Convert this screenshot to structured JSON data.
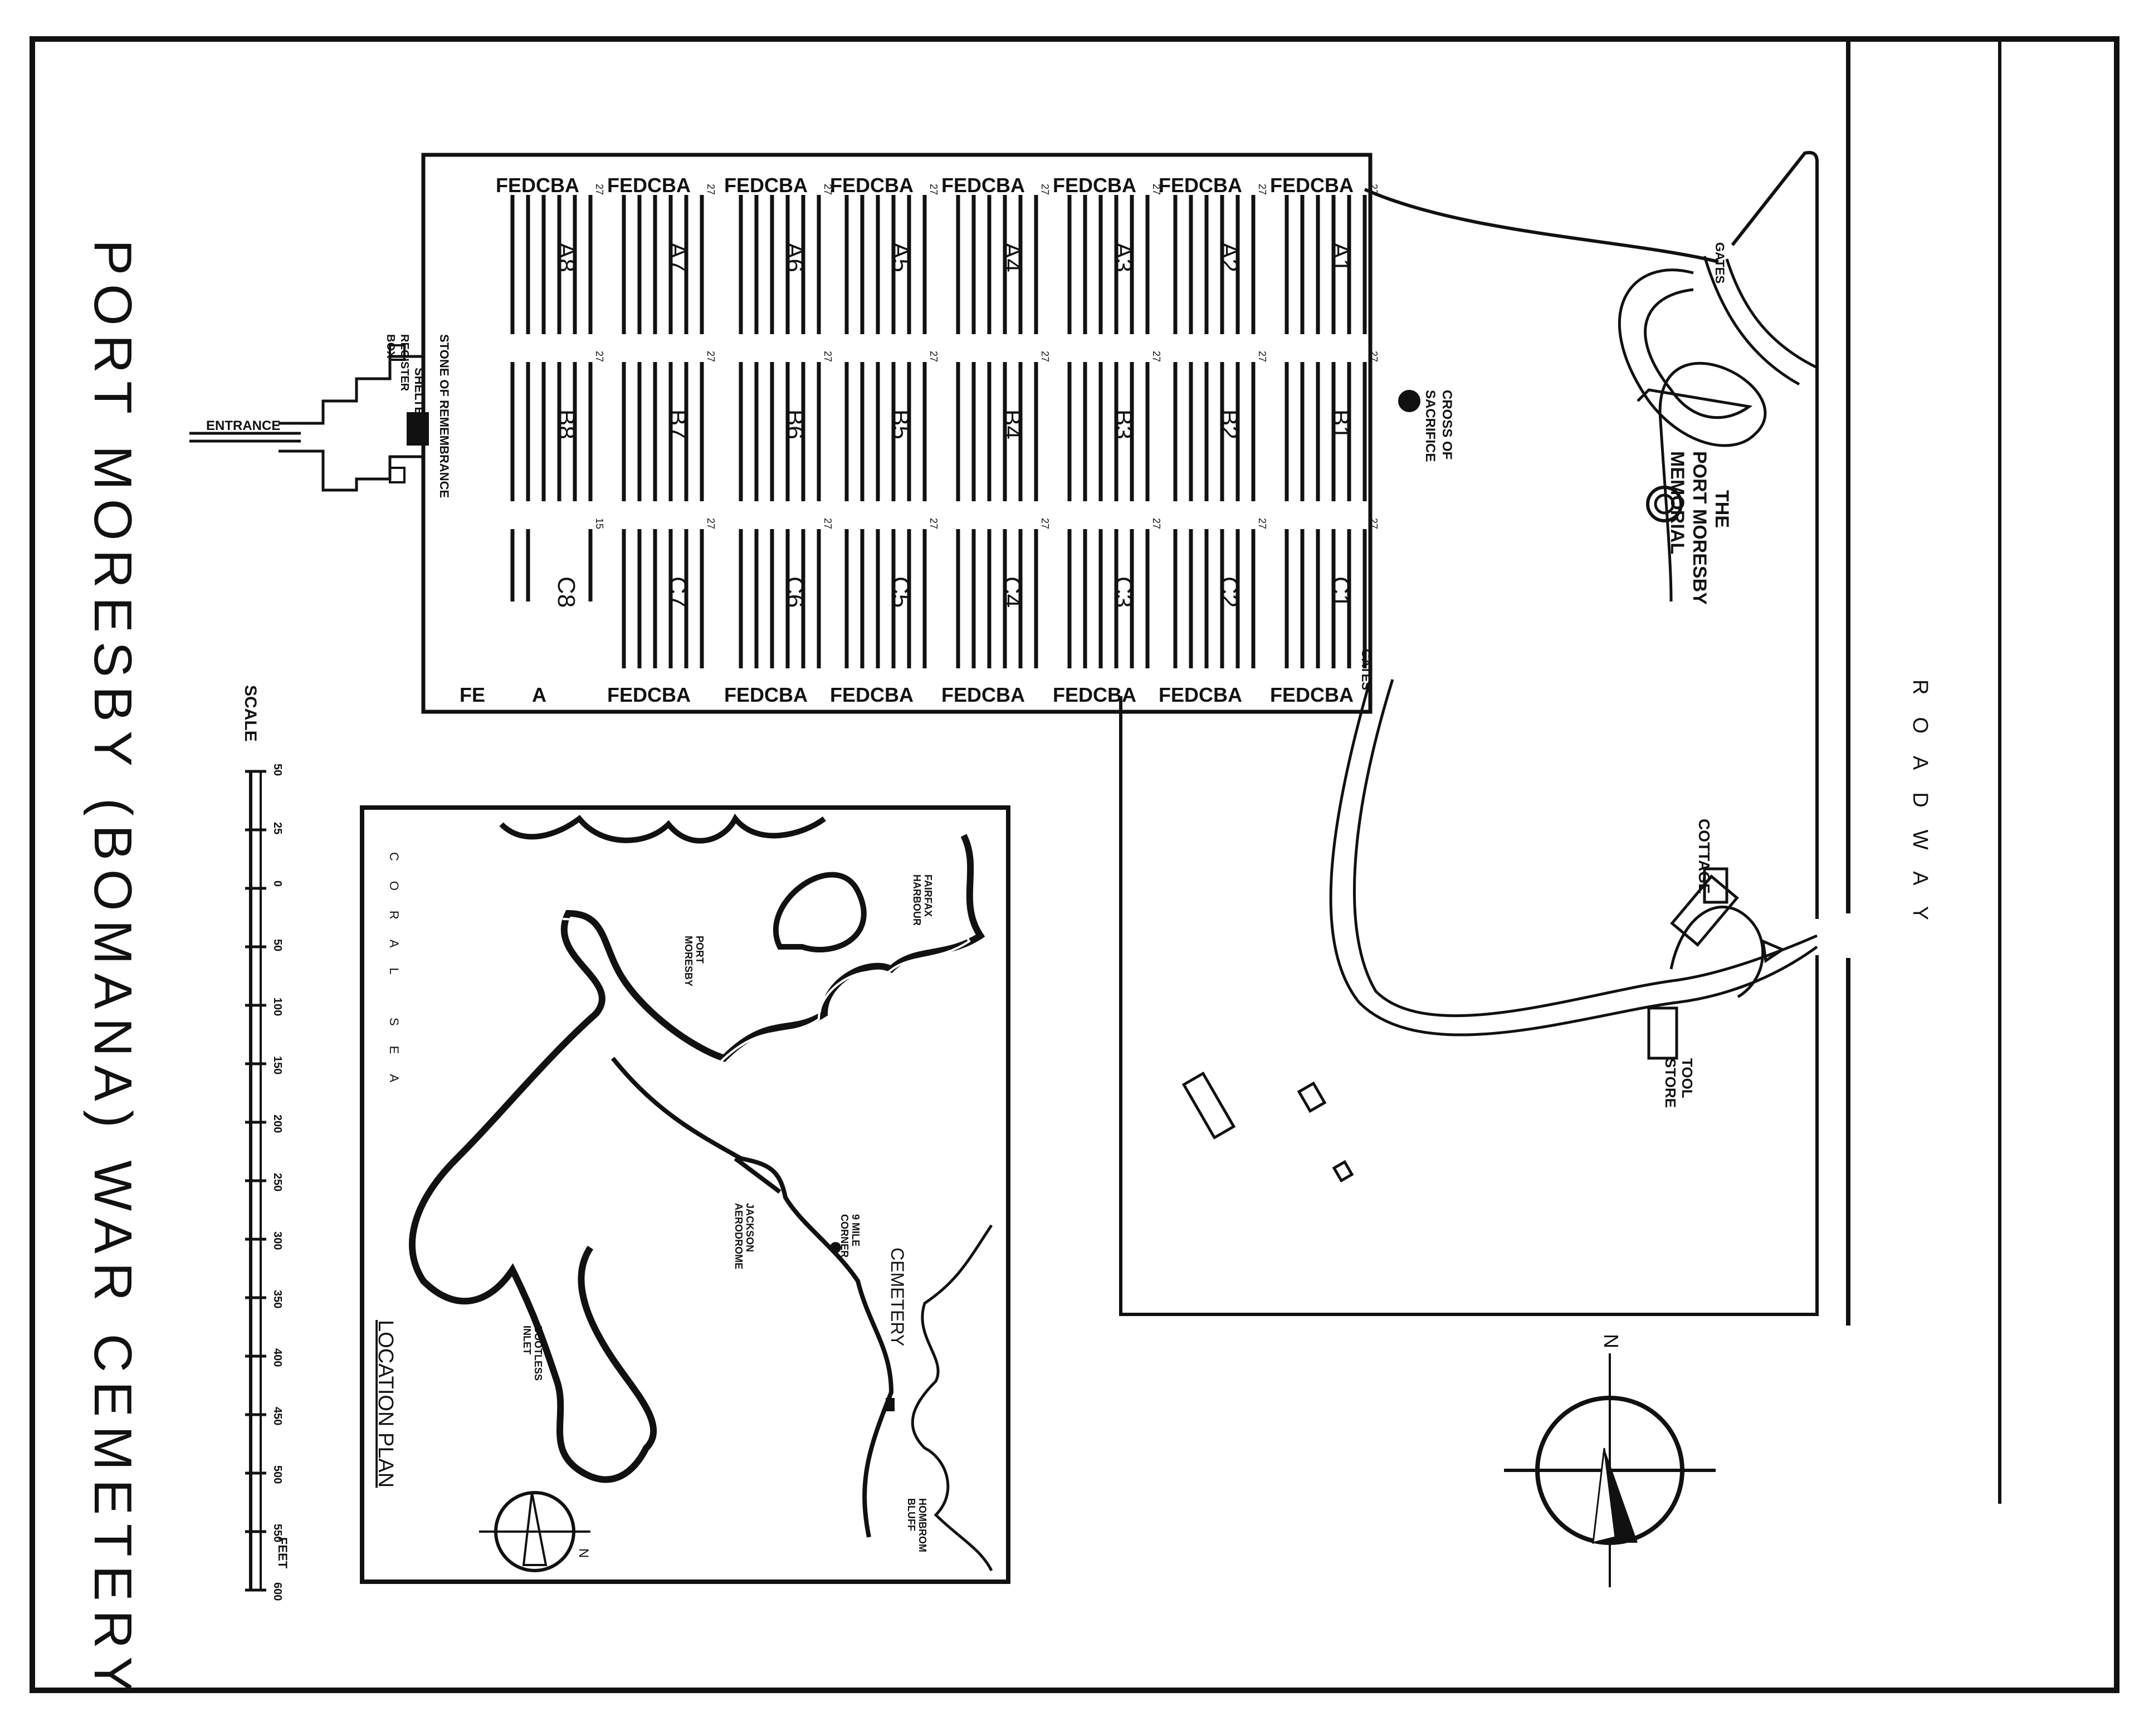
{
  "title": "PORT MORESBY (BOMANA) WAR CEMETERY",
  "roadway": "ROADWAY",
  "gates": [
    "GATES",
    "GATES"
  ],
  "memorial": [
    "THE",
    "PORT MORESBY",
    "MEMORIAL"
  ],
  "cross": [
    "CROSS OF",
    "SACRIFICE"
  ],
  "stone": "STONE OF REMEMBRANCE",
  "shelters": "SHELTERS",
  "register_box": [
    "REGISTER",
    "BOX"
  ],
  "entrance": "ENTRANCE",
  "cottage": "COTTAGE",
  "tool_store": [
    "TOOL",
    "STORE"
  ],
  "row_header": "FEDCBA",
  "row_footer_c8": [
    "FE",
    "A"
  ],
  "row_end_number": "27",
  "row_end_c8": "15",
  "plots": {
    "a": [
      "A1",
      "A2",
      "A3",
      "A4",
      "A5",
      "A6",
      "A7",
      "A8"
    ],
    "b": [
      "B1",
      "B2",
      "B3",
      "B4",
      "B5",
      "B6",
      "B7",
      "B8"
    ],
    "c": [
      "C1",
      "C2",
      "C3",
      "C4",
      "C5",
      "C6",
      "C7",
      "C8"
    ]
  },
  "scale": {
    "label": "SCALE",
    "ticks": [
      "50",
      "25",
      "0",
      "50",
      "100",
      "150",
      "200",
      "250",
      "300",
      "350",
      "400",
      "450",
      "500",
      "550",
      "600"
    ],
    "unit": "FEET"
  },
  "location_plan": {
    "title": "LOCATION PLAN",
    "coral_sea": "CORAL SEA",
    "fairfax": [
      "FAIRFAX",
      "HARBOUR"
    ],
    "port_moresby": [
      "PORT",
      "MORESBY"
    ],
    "jackson": [
      "JACKSON",
      "AERODROME"
    ],
    "nine_mile": [
      "9 MILE",
      "CORNER"
    ],
    "cemetery": "CEMETERY",
    "bootless": [
      "BOOTLESS",
      "INLET"
    ],
    "bluff": [
      "HOMBROM",
      "BLUFF"
    ]
  }
}
